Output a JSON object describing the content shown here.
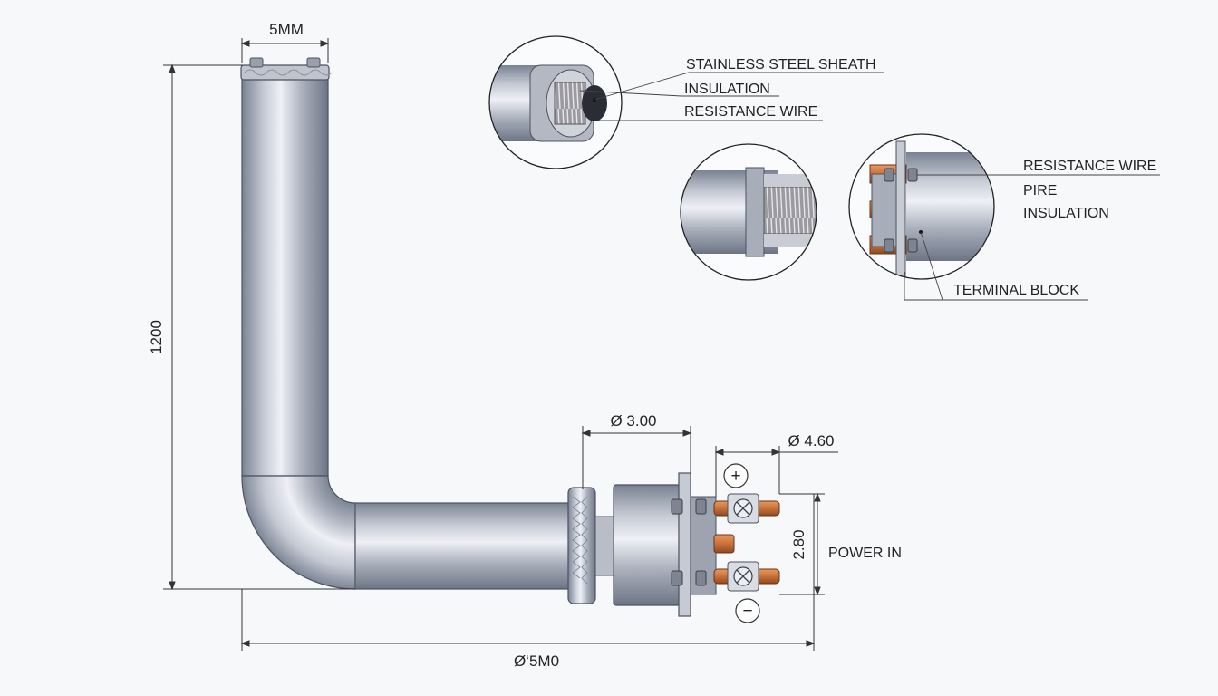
{
  "dimensions": {
    "top_width": "5MM",
    "height": "1200",
    "inner_diameter": "Ø 3.00",
    "outer_diameter": "Ø 4.60",
    "terminal_spacing": "2.80",
    "total_length": "Ø‘5M0"
  },
  "callouts": {
    "detail_a": [
      "STAINLESS STEEL SHEATH",
      "INSULATION",
      "RESISTANCE WIRE"
    ],
    "detail_c": [
      "RESISTANCE WIRE",
      "PIRE",
      "INSULATION"
    ],
    "terminal_block": "TERMINAL BLOCK"
  },
  "terminals": {
    "positive": "+",
    "negative": "−",
    "power_label": "POWER IN"
  },
  "colors": {
    "steel_dark": "#6d7585",
    "steel_light": "#e6e9f0",
    "copper": "#c9713a",
    "line": "#333333"
  }
}
